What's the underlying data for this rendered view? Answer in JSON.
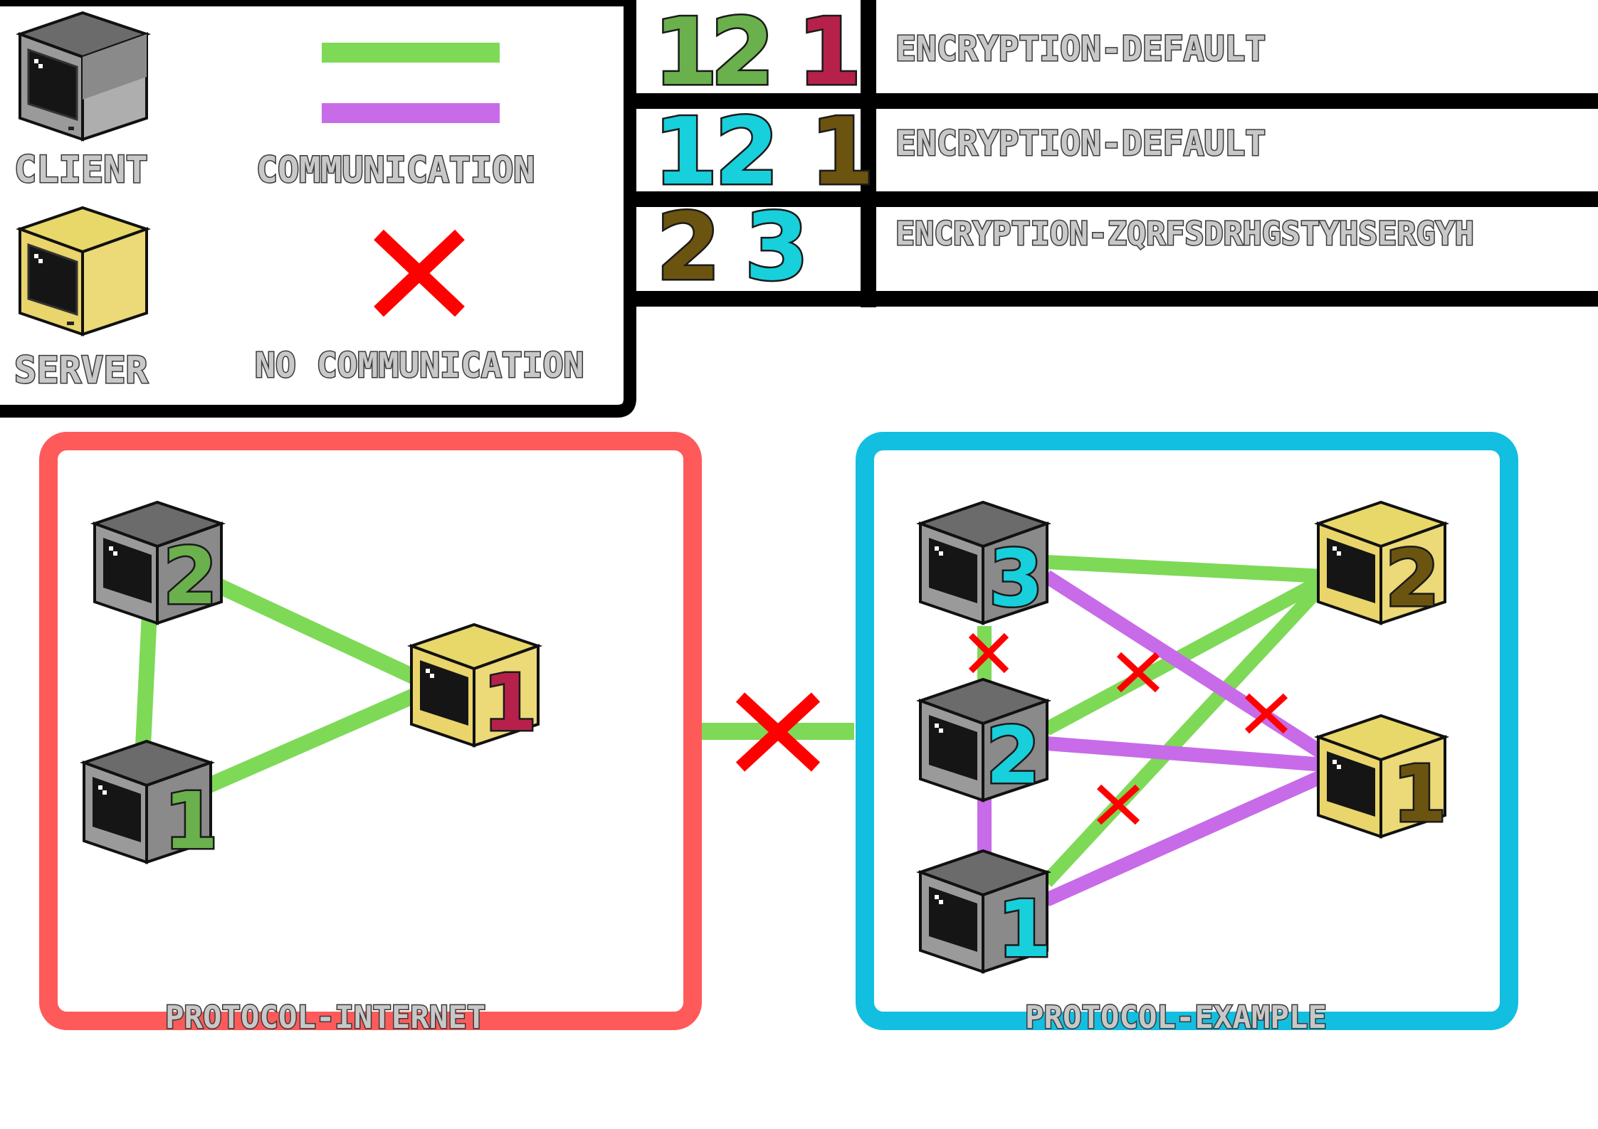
{
  "legend": {
    "client_label": "CLIENT",
    "server_label": "SERVER",
    "communication_label": "COMMUNICATION",
    "no_communication_label": "NO COMMUNICATION"
  },
  "key_table": {
    "rows": [
      {
        "numbers": [
          "1",
          "2",
          "1"
        ],
        "colors": [
          "#6ab04c",
          "#6ab04c",
          "#b5214a"
        ],
        "label": "ENCRYPTION-DEFAULT"
      },
      {
        "numbers": [
          "1",
          "2",
          "1"
        ],
        "colors": [
          "#17d0dc",
          "#17d0dc",
          "#6b5410"
        ],
        "label": "ENCRYPTION-DEFAULT"
      },
      {
        "numbers": [
          "2",
          "3"
        ],
        "colors": [
          "#6b5410",
          "#17d0dc"
        ],
        "label": "ENCRYPTION-ZQRFSDRHGSTYHSERGYH"
      }
    ]
  },
  "groups": [
    {
      "name": "PROTOCOL-INTERNET",
      "border_color": "#ff5a5a",
      "nodes": [
        {
          "kind": "client",
          "number": "2",
          "number_color": "#6ab04c"
        },
        {
          "kind": "client",
          "number": "1",
          "number_color": "#6ab04c"
        },
        {
          "kind": "server",
          "number": "1",
          "number_color": "#b5214a"
        }
      ]
    },
    {
      "name": "PROTOCOL-EXAMPLE",
      "border_color": "#12bfe0",
      "nodes": [
        {
          "kind": "client",
          "number": "3",
          "number_color": "#17d0dc"
        },
        {
          "kind": "client",
          "number": "2",
          "number_color": "#17d0dc"
        },
        {
          "kind": "client",
          "number": "1",
          "number_color": "#17d0dc"
        },
        {
          "kind": "server",
          "number": "2",
          "number_color": "#6b5410"
        },
        {
          "kind": "server",
          "number": "1",
          "number_color": "#6b5410"
        }
      ]
    }
  ],
  "colors": {
    "communication_green": "#7ed957",
    "communication_purple": "#c76be8",
    "no_communication_red": "#ff0000",
    "client_top": "#6e6e6e",
    "server_top": "#e8d86a"
  }
}
